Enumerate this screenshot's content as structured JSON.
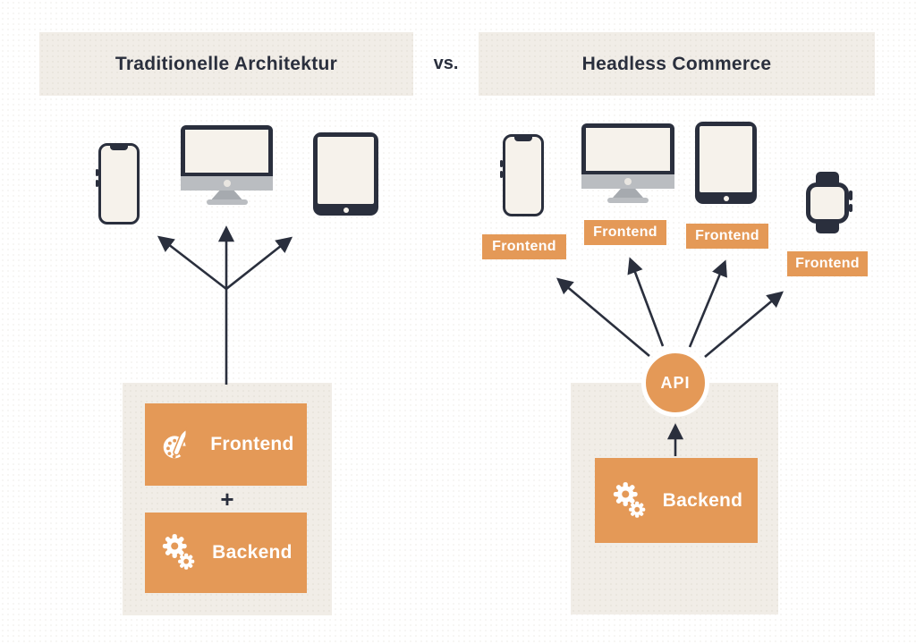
{
  "header": {
    "left_title": "Traditionelle Architektur",
    "vs_label": "vs.",
    "right_title": "Headless Commerce"
  },
  "left_panel": {
    "devices": [
      "smartphone",
      "desktop-monitor",
      "tablet"
    ],
    "frontend_label": "Frontend",
    "frontend_icon": "paint-palette-icon",
    "plus_sign": "+",
    "backend_label": "Backend",
    "backend_icon": "gears-icon"
  },
  "right_panel": {
    "api_label": "API",
    "backend_label": "Backend",
    "backend_icon": "gears-icon",
    "frontends": [
      {
        "device": "smartphone",
        "label": "Frontend"
      },
      {
        "device": "desktop-monitor",
        "label": "Frontend"
      },
      {
        "device": "tablet",
        "label": "Frontend"
      },
      {
        "device": "smartwatch",
        "label": "Frontend"
      }
    ]
  },
  "colors": {
    "accent_orange": "#E49957",
    "panel_beige": "#F1EDE7",
    "ink_dark": "#2A2F3D",
    "device_screen_cream": "#F6F2EB",
    "monitor_gray": "#BABDC1"
  }
}
